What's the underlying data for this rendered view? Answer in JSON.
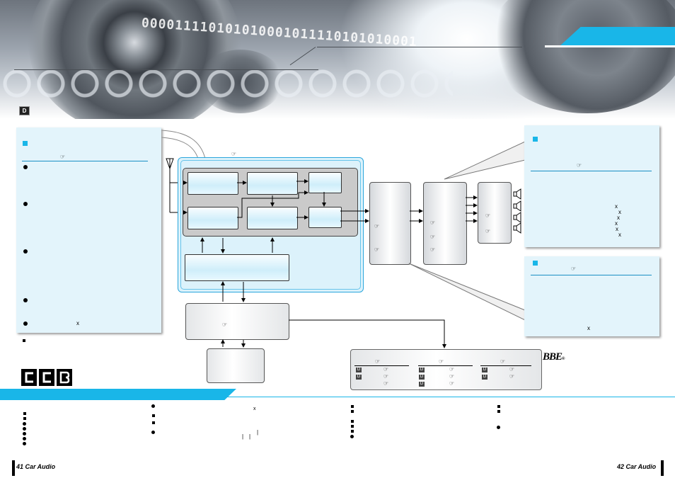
{
  "header": {
    "binary_text": "000011110101010001011110101010001",
    "badge": "D"
  },
  "icons": {
    "pointer": "☞",
    "times": "x"
  },
  "diagram": {
    "small_glyph": "☞"
  },
  "logos": {
    "ccb": "CCB",
    "bbe": "BBE",
    "bbe_mark": "®"
  },
  "chips": {
    "d": "D"
  },
  "footer": {
    "left_page": "41 Car Audio",
    "right_page": "42 Car Audio",
    "colon_glyph": "|"
  }
}
